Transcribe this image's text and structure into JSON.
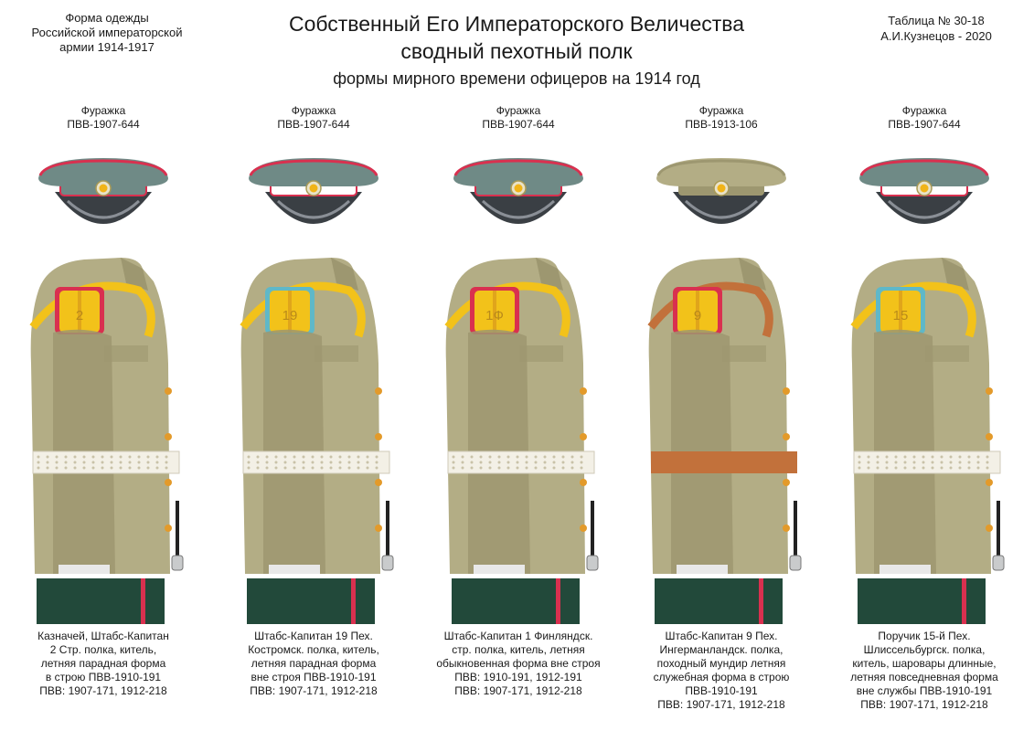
{
  "header": {
    "left": [
      "Форма одежды",
      "Российской императорской",
      "армии  1914-1917"
    ],
    "title_line1": "Собственный Его Императорского Величества",
    "title_line2": "сводный пехотный полк",
    "subtitle": "формы мирного времени офицеров на 1914 год",
    "right": [
      "Таблица № 30-18",
      "А.И.Кузнецов - 2020"
    ]
  },
  "colors": {
    "khaki": "#b3ad85",
    "khaki_dark": "#9d9770",
    "cap_gray": "#6f8a86",
    "crimson": "#d9304f",
    "trouser_green": "#22493a",
    "gold": "#f2c21a",
    "belt_white": "#f3f0e6",
    "brown_leather": "#c2713b",
    "light_blue_pipe": "#5fb8c8"
  },
  "figures": [
    {
      "cap_label": [
        "Фуражка",
        "ПВВ-1907-644"
      ],
      "cap_style": "gray-crimson",
      "shoulder_number": "2",
      "caption": [
        "Казначей, Штабс-Капитан",
        "2 Стр. полка, китель,",
        "летняя парадная форма",
        "в строю ПВВ-1910-191",
        "ПВВ: 1907-171, 1912-218"
      ]
    },
    {
      "cap_label": [
        "Фуражка",
        "ПВВ-1907-644"
      ],
      "cap_style": "white-crimson",
      "shoulder_number": "19",
      "caption": [
        "Штабс-Капитан 19 Пех.",
        "Костромск. полка, китель,",
        "летняя парадная форма",
        "вне строя ПВВ-1910-191",
        "ПВВ: 1907-171, 1912-218"
      ]
    },
    {
      "cap_label": [
        "Фуражка",
        "ПВВ-1907-644"
      ],
      "cap_style": "gray-crimson",
      "shoulder_number": "1Ф",
      "caption": [
        "Штабс-Капитан 1 Финляндск.",
        "стр. полка, китель, летняя",
        "обыкновенная форма вне строя",
        "ПВВ: 1910-191, 1912-191",
        "ПВВ: 1907-171, 1912-218"
      ]
    },
    {
      "cap_label": [
        "Фуражка",
        "ПВВ-1913-106"
      ],
      "cap_style": "khaki",
      "shoulder_number": "9",
      "caption": [
        "Штабс-Капитан 9 Пех.",
        "Ингерманландск. полка,",
        "походный мундир летняя",
        "служебная форма в строю",
        "ПВВ-1910-191",
        "ПВВ: 1907-171, 1912-218"
      ]
    },
    {
      "cap_label": [
        "Фуражка",
        "ПВВ-1907-644"
      ],
      "cap_style": "white-crimson",
      "shoulder_number": "15",
      "caption": [
        "Поручик  15-й Пех.",
        "Шлиссельбургск. полка,",
        "китель, шаровары длинные,",
        "летняя повседневная форма",
        "вне службы ПВВ-1910-191",
        "ПВВ: 1907-171, 1912-218"
      ]
    }
  ]
}
